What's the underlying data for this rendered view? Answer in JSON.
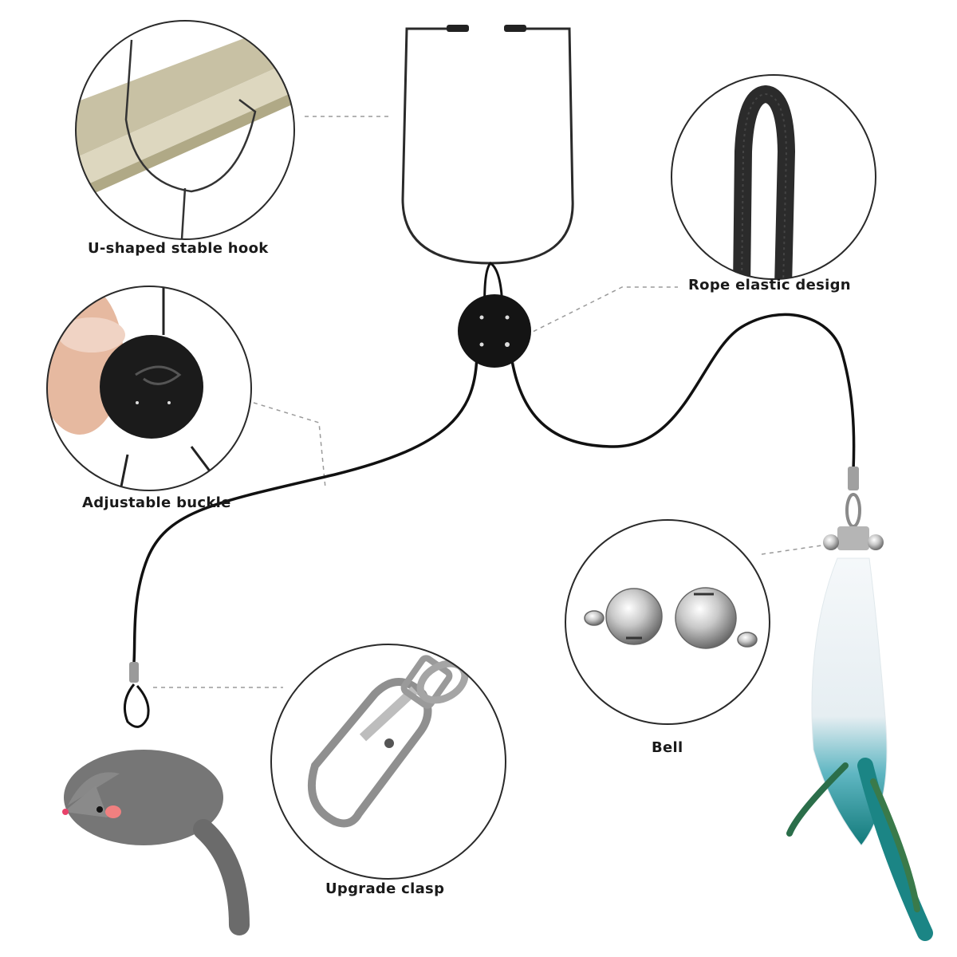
{
  "labels": {
    "hook": "U-shaped stable hook",
    "rope": "Rope elastic design",
    "buckle": "Adjustable buckle",
    "bell": "Bell",
    "clasp": "Upgrade clasp"
  },
  "colors": {
    "background": "#ffffff",
    "cord": "#111111",
    "circle_border": "#2a2a2a",
    "leader_line": "#9a9a9a",
    "feather_teal": "#1e8a8a",
    "fur_white": "#f2f6f8",
    "mouse_grey": "#6f6f6f"
  }
}
